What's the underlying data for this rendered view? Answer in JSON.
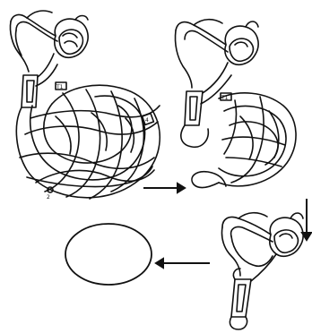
{
  "diagram": {
    "stages": [
      {
        "id": "stage-1",
        "tag_marks": [
          "T1",
          "4",
          "2"
        ]
      },
      {
        "id": "stage-2",
        "tag_marks": [
          "T1"
        ]
      },
      {
        "id": "stage-3",
        "tag_marks": []
      },
      {
        "id": "stage-4",
        "tag_marks": []
      }
    ],
    "arrows": [
      {
        "from": "stage-1",
        "to": "stage-2",
        "direction": "right"
      },
      {
        "from": "stage-2",
        "to": "stage-3",
        "direction": "down"
      },
      {
        "from": "stage-3",
        "to": "stage-4",
        "direction": "left"
      }
    ],
    "line_color": "#111111",
    "background": "#ffffff"
  }
}
